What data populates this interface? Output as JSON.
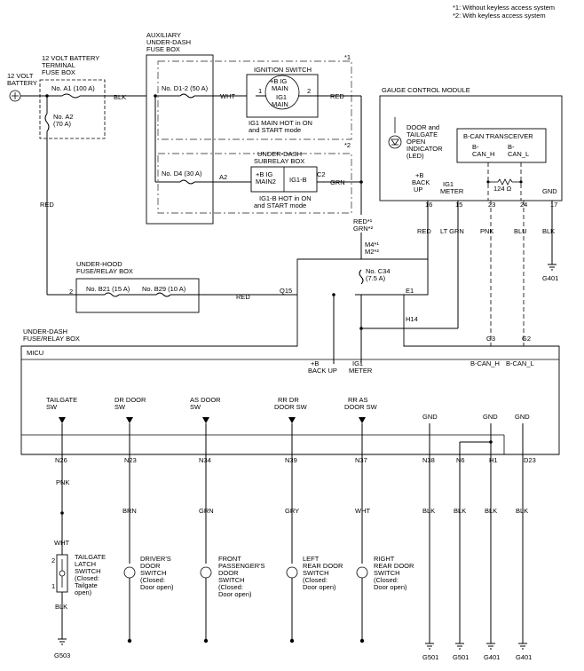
{
  "notes": [
    "*1: Without keyless access system",
    "*2: With keyless access system"
  ],
  "battery": {
    "label_line1": "12 VOLT",
    "label_line2": "BATTERY"
  },
  "terminal_box": {
    "line1": "12 VOLT BATTERY",
    "line2": "TERMINAL",
    "line3": "FUSE BOX",
    "fuse_a1": "No. A1 (100 A)",
    "fuse_a2_line1": "No. A2",
    "fuse_a2_line2": "(70 A)"
  },
  "aux_box": {
    "line1": "AUXILIARY",
    "line2": "UNDER-DASH",
    "line3": "FUSE BOX",
    "fuse_d1": "No. D1-2 (50 A)",
    "fuse_d4": "No. D4 (30 A)"
  },
  "ign_switch": {
    "title": "IGNITION SWITCH",
    "sw_label1": "+B IG",
    "sw_label2": "MAIN",
    "sw_label3": "IG1",
    "sw_label4": "MAIN",
    "pin1": "1",
    "pin2": "2",
    "note1": "IG1 MAIN HOT in ON",
    "note2": "and START mode",
    "star": "*1"
  },
  "subrelay": {
    "title1": "UNDER-DASH",
    "title2": "SUBRELAY BOX",
    "left1": "+B IG",
    "left2": "MAIN2",
    "right": "IG1-B",
    "pin_a2": "A2",
    "pin_c2": "C2",
    "note1": "IG1-B HOT in ON",
    "note2": "and START mode",
    "star": "*2"
  },
  "gauge": {
    "title": "GAUGE CONTROL MODULE",
    "led1": "DOOR and",
    "led2": "TAILGATE",
    "led3": "OPEN",
    "led4": "INDICATOR",
    "led5": "(LED)",
    "transceiver": "B-CAN TRANSCEIVER",
    "can_h1": "B-",
    "can_h2": "CAN_H",
    "can_l1": "B-",
    "can_l2": "CAN_L",
    "resistor": "124 Ω",
    "t_backup1": "+B",
    "t_backup2": "BACK",
    "t_backup3": "UP",
    "t_ig1": "IG1",
    "t_meter": "METER",
    "t_gnd": "GND",
    "pin16": "16",
    "pin15": "15",
    "pin23": "23",
    "pin24": "24",
    "pin17": "17"
  },
  "under_hood": {
    "line1": "UNDER-HOOD",
    "line2": "FUSE/RELAY BOX",
    "fuse_b21": "No. B21 (15 A)",
    "fuse_b29": "No. B29 (10 A)",
    "pin2": "2"
  },
  "under_dash": {
    "line1": "UNDER-DASH",
    "line2": "FUSE/RELAY BOX",
    "micu": "MICU",
    "fuse_c34_1": "No. C34",
    "fuse_c34_2": "(7.5 A)",
    "pin_q15": "Q15",
    "pin_e1": "E1",
    "pin_h14": "H14",
    "pin_g3": "G3",
    "pin_g2": "G2",
    "backup1": "+B",
    "backup2": "BACK UP",
    "ig1_1": "IG1",
    "ig1_2": "METER",
    "bcan_h": "B-CAN_H",
    "bcan_l": "B-CAN_L",
    "conn_m": "M4",
    "conn_m2": "M2",
    "star1": "*1",
    "star2": "*2"
  },
  "wire_colors": {
    "blk": "BLK",
    "wht": "WHT",
    "red": "RED",
    "grn": "GRN",
    "ltgrn": "LT GRN",
    "pnk": "PNK",
    "blu": "BLU",
    "brn": "BRN",
    "gry": "GRY"
  },
  "switches": [
    {
      "label1": "TAILGATE",
      "label2": "SW",
      "pin": "N26"
    },
    {
      "label1": "DR DOOR",
      "label2": "SW",
      "pin": "N23"
    },
    {
      "label1": "AS DOOR",
      "label2": "SW",
      "pin": "N34"
    },
    {
      "label1": "RR DR",
      "label2": "DOOR SW",
      "pin": "N39"
    },
    {
      "label1": "RR AS",
      "label2": "DOOR SW",
      "pin": "N37"
    }
  ],
  "gnds": [
    {
      "label": "GND",
      "pin": "N38"
    },
    {
      "label": "GND",
      "pin": "N6"
    },
    {
      "label": "",
      "pin": "H1"
    },
    {
      "label": "GND",
      "pin": "D23"
    }
  ],
  "devices": [
    {
      "l1": "TAILGATE",
      "l2": "LATCH",
      "l3": "SWITCH",
      "l4": "(Closed:",
      "l5": "Tailgate",
      "l6": "open)",
      "p1": "2",
      "p2": "1"
    },
    {
      "l1": "DRIVER'S",
      "l2": "DOOR",
      "l3": "SWITCH",
      "l4": "(Closed:",
      "l5": "Door open)",
      "l6": ""
    },
    {
      "l1": "FRONT",
      "l2": "PASSENGER'S",
      "l3": "DOOR",
      "l4": "SWITCH",
      "l5": "(Closed:",
      "l6": "Door open)"
    },
    {
      "l1": "LEFT",
      "l2": "REAR DOOR",
      "l3": "SWITCH",
      "l4": "(Closed:",
      "l5": "Door open)",
      "l6": ""
    },
    {
      "l1": "RIGHT",
      "l2": "REAR DOOR",
      "l3": "SWITCH",
      "l4": "(Closed:",
      "l5": "Door open)",
      "l6": ""
    }
  ],
  "grounds": {
    "g503": "G503",
    "g501a": "G501",
    "g501b": "G501",
    "g401a": "G401",
    "g401b": "G401",
    "g401c": "G401"
  }
}
